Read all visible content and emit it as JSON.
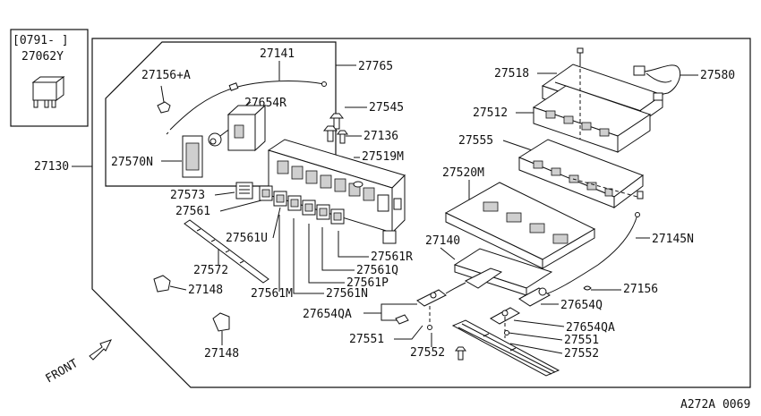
{
  "inset": {
    "date_range": "[0791-    ]",
    "part_number": "27062Y"
  },
  "labels": {
    "p27130": "27130",
    "p27141": "27141",
    "p27765": "27765",
    "p27156A": "27156+A",
    "p27654R": "27654R",
    "p27570N": "27570N",
    "p27545": "27545",
    "p27136": "27136",
    "p27519M": "27519M",
    "p27573": "27573",
    "p27561": "27561",
    "p27561U": "27561U",
    "p27572": "27572",
    "p27148a": "27148",
    "p27148b": "27148",
    "p27561M": "27561M",
    "p27561N": "27561N",
    "p27561P": "27561P",
    "p27561Q": "27561Q",
    "p27561R": "27561R",
    "p27518": "27518",
    "p27580": "27580",
    "p27512": "27512",
    "p27555": "27555",
    "p27520M": "27520M",
    "p27140": "27140",
    "p27145N": "27145N",
    "p27156": "27156",
    "p27654Q": "27654Q",
    "p27654QA_left": "27654QA",
    "p27654QA_right": "27654QA",
    "p27551a": "27551",
    "p27551b": "27551",
    "p27552a": "27552",
    "p27552b": "27552"
  },
  "front_label": "FRONT",
  "diagram_code": "A272A 0069"
}
